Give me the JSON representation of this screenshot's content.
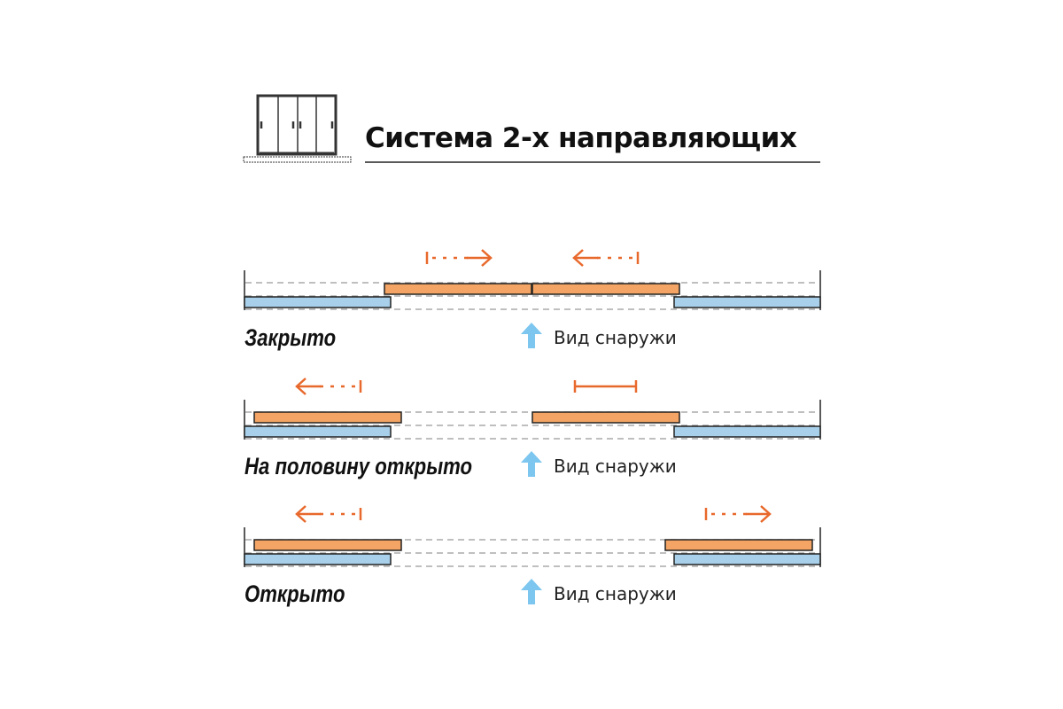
{
  "title": "Система 2-х направляющих",
  "colors": {
    "door_front": "#f4a565",
    "door_back": "#a9d0ea",
    "arrow": "#e8692c",
    "view_arrow": "#7cc6ef"
  },
  "states": [
    {
      "label": "Закрыто",
      "view_label": "Вид снаружи"
    },
    {
      "label": "На половину открыто",
      "view_label": "Вид снаружи"
    },
    {
      "label": "Открыто",
      "view_label": "Вид снаружи"
    }
  ]
}
